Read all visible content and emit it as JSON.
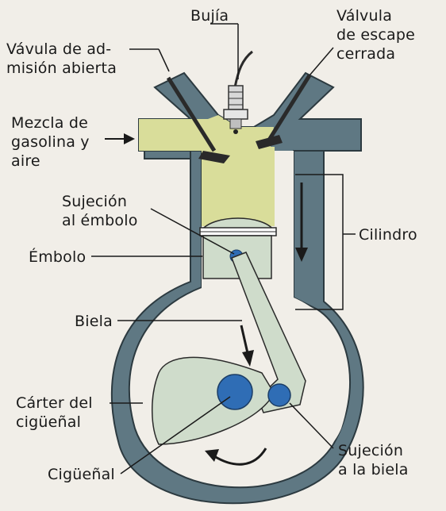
{
  "labels": {
    "bujia": "Bujía",
    "valvula_escape": [
      "Válvula",
      "de escape",
      "cerrada"
    ],
    "valvula_admision": [
      "Vávula de ad-",
      "misión abierta"
    ],
    "mezcla": [
      "Mezcla de",
      "gasolina y",
      "aire"
    ],
    "sujecion_embolo": [
      "Sujeción",
      "al émbolo"
    ],
    "cilindro": "Cilindro",
    "embolo": "Émbolo",
    "biela": "Biela",
    "carter": [
      "Cárter del",
      "cigüeñal"
    ],
    "ciguenal": "Cigüeñal",
    "sujecion_biela": [
      "Sujeción",
      "a la biela"
    ]
  },
  "colors": {
    "metal": "#5f7883",
    "metal_dark": "#3f5560",
    "fuel_mixture": "#d9dd9a",
    "piston_parts": "#cfdccb",
    "pin": "#2f6db5",
    "background": "#f1eee8"
  }
}
